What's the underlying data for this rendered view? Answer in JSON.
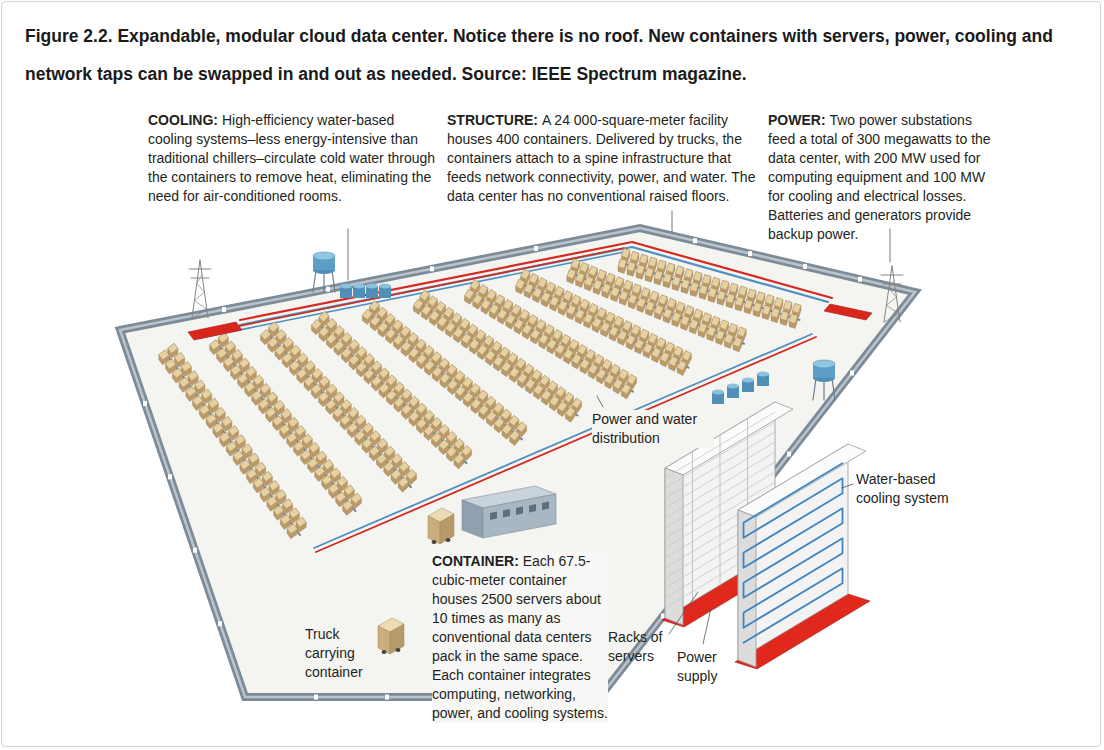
{
  "diagram": {
    "title": "Figure 2.2. Expandable, modular cloud data center. Notice there is no roof. New containers with servers, power, cooling and network taps can be swapped in and out as needed. Source: IEEE Spectrum magazine.",
    "labels": [
      "COOLING:",
      "High-efficiency water-based cooling systems–less energy-intensive than traditional chillers–circulate cold water through the containers to remove heat, eliminating the need for air-conditioned rooms.",
      "STRUCTURE:",
      "A 24 000-square-meter facility houses 400 containers. Delivered by trucks, the containers attach to a spine infrastructure that feeds network connectivity, power, and water. The data center has no conventional raised floors.",
      "POWER:",
      "Two power substations feed a total of 300 megawatts to the data center, with 200 MW used for computing equipment and 100 MW for cooling and electrical losses. Batteries and generators provide backup power.",
      "Power and water distribution",
      "Water-based cooling system",
      "CONTAINER:",
      "Each 67.5-cubic-meter container houses 2500 servers about 10 times as many as conventional data centers pack in the same space. Each container integrates computing, networking, power, and cooling systems.",
      "Racks of servers",
      "Power supply",
      "Truck carrying container"
    ]
  }
}
